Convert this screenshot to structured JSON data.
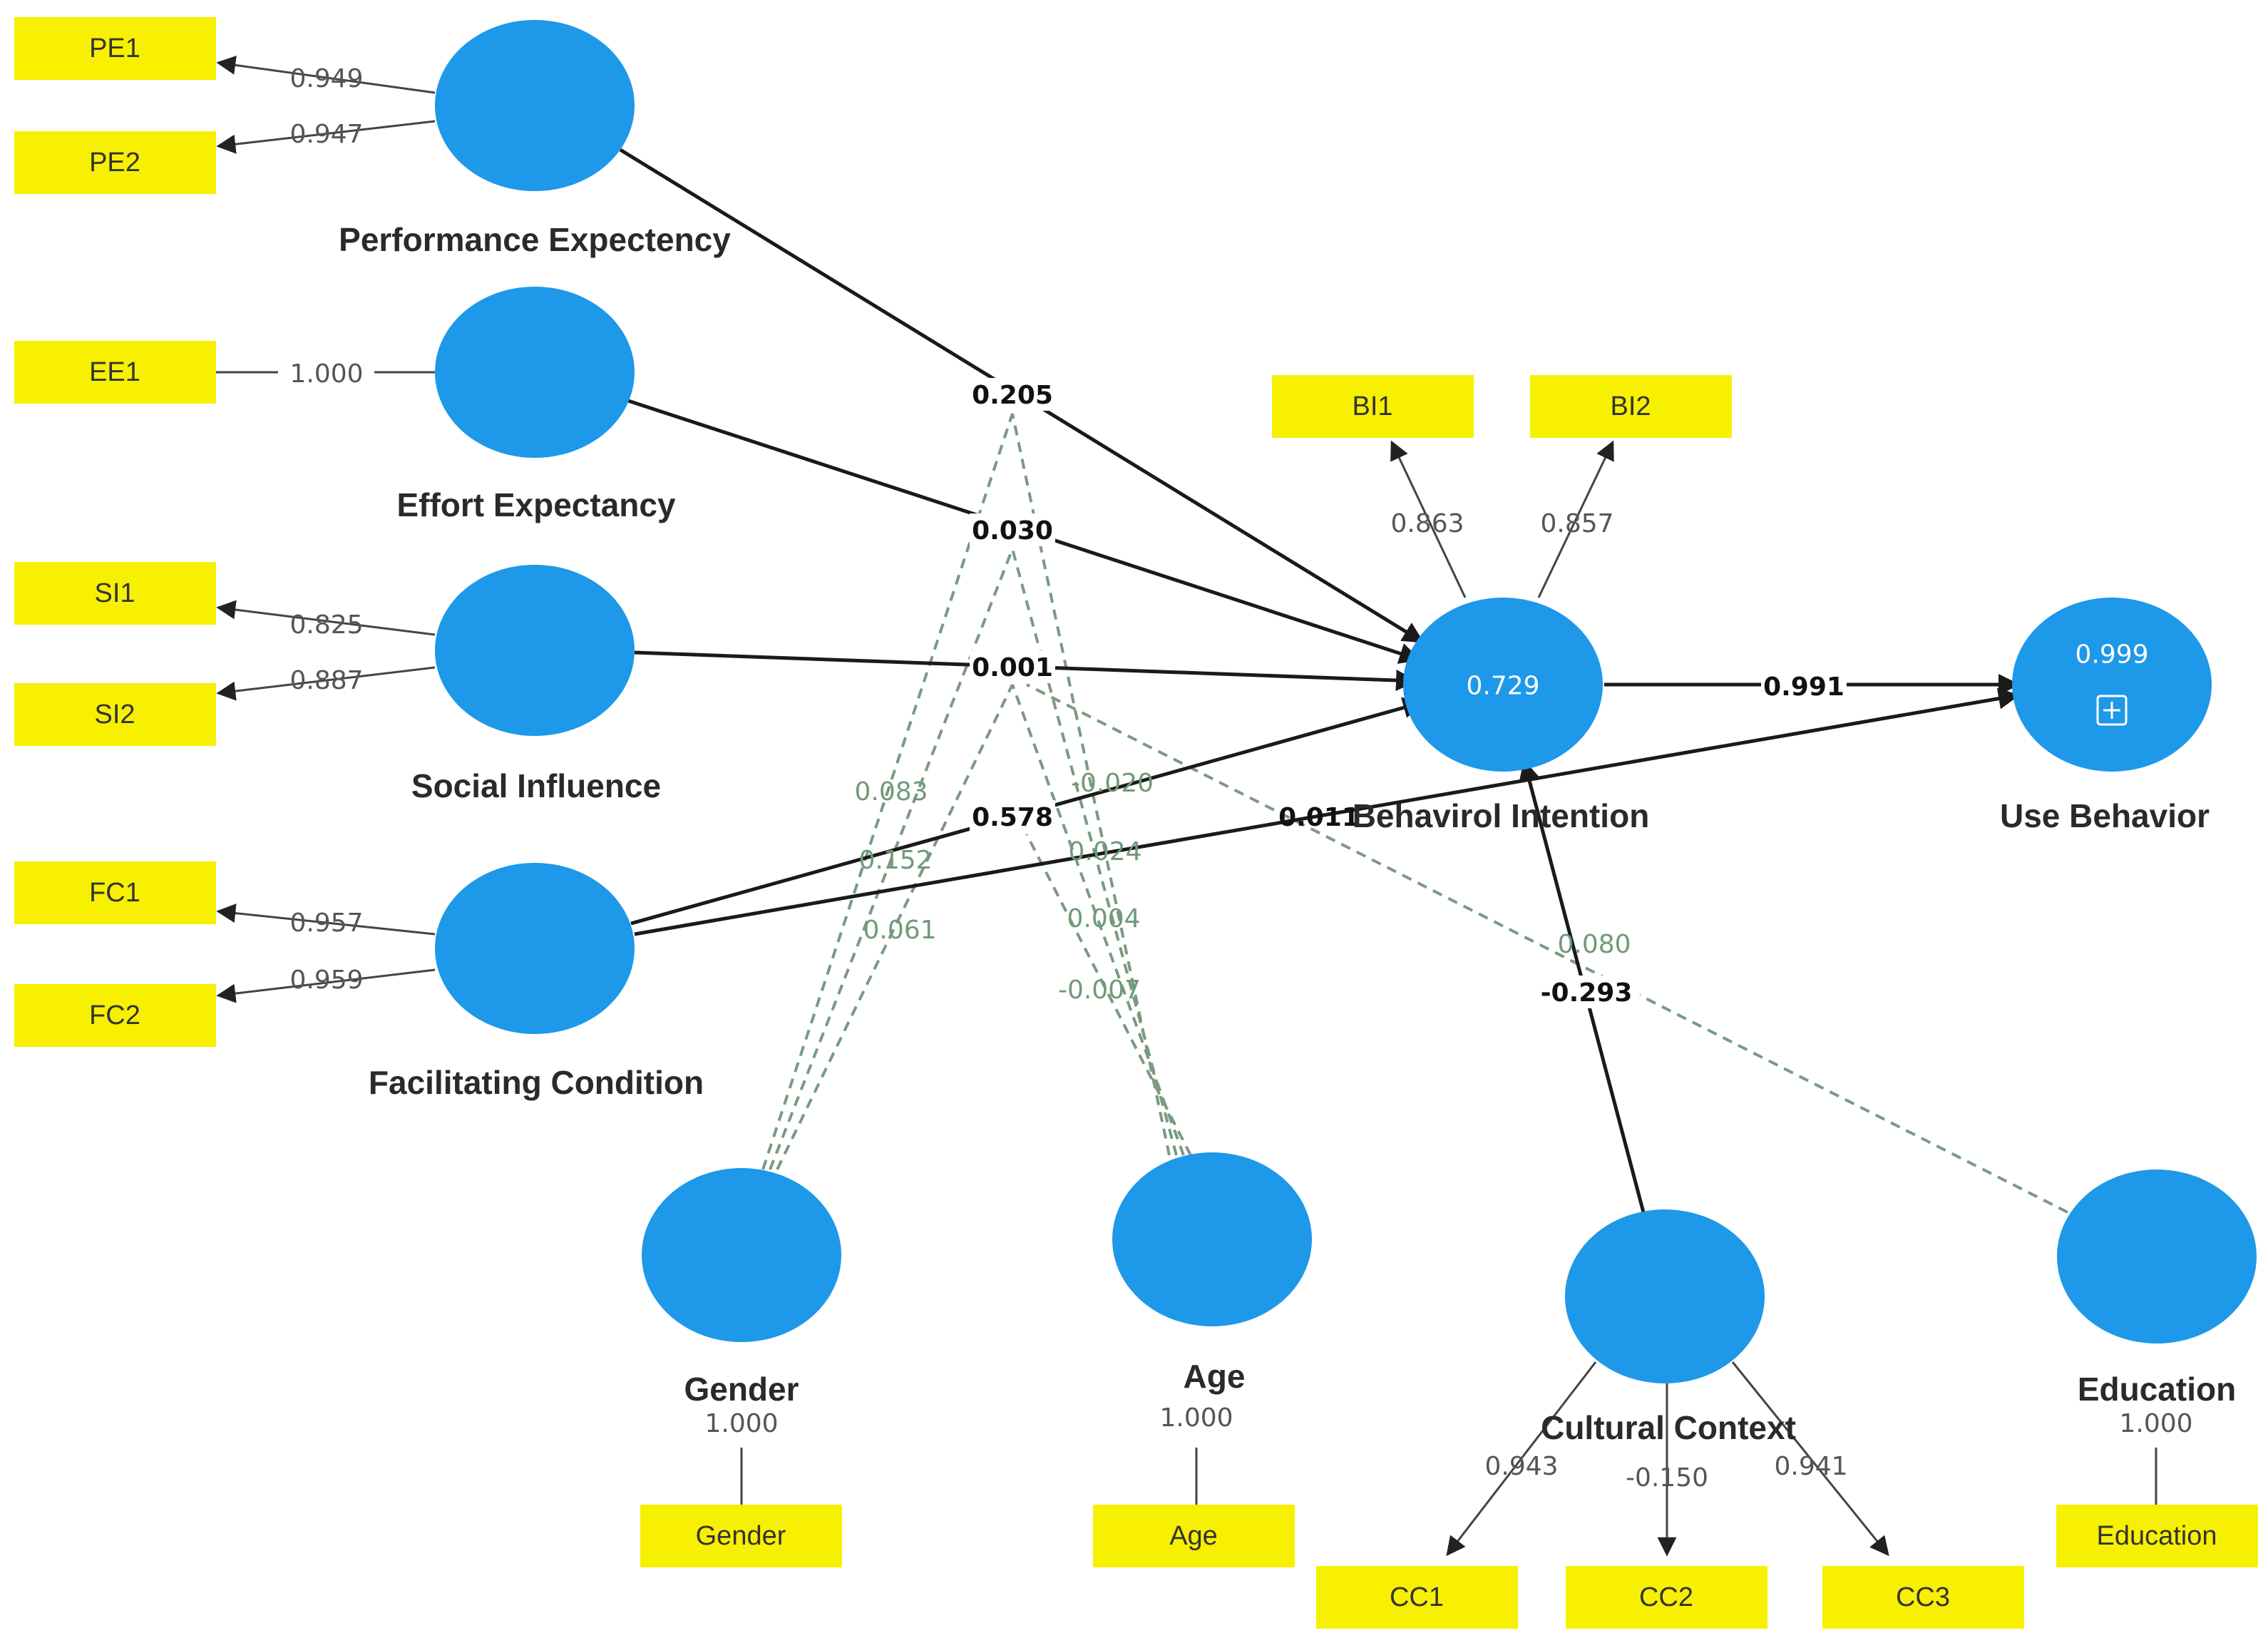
{
  "indicators": {
    "PE1": "PE1",
    "PE2": "PE2",
    "EE1": "EE1",
    "SI1": "SI1",
    "SI2": "SI2",
    "FC1": "FC1",
    "FC2": "FC2",
    "BI1": "BI1",
    "BI2": "BI2",
    "Gender": "Gender",
    "Age": "Age",
    "CC1": "CC1",
    "CC2": "CC2",
    "CC3": "CC3",
    "Education": "Education"
  },
  "constructs": {
    "PE": "Performance Expectency",
    "EE": "Effort Expectancy",
    "SI": "Social Influence",
    "FC": "Facilitating Condition",
    "BI": "Behavirol Intention",
    "UB": "Use Behavior",
    "GE": "Gender",
    "AG": "Age",
    "CC": "Cultural Context",
    "ED": "Education"
  },
  "r_squared": {
    "BI": "0.729",
    "UB": "0.999"
  },
  "loadings": {
    "PE1": "0.949",
    "PE2": "0.947",
    "EE1": "1.000",
    "SI1": "0.825",
    "SI2": "0.887",
    "FC1": "0.957",
    "FC2": "0.959",
    "BI1": "0.863",
    "BI2": "0.857",
    "Gender": "1.000",
    "Age": "1.000",
    "CC1": "0.943",
    "CC2": "-0.150",
    "CC3": "0.941",
    "Education": "1.000"
  },
  "paths": {
    "PE_BI": "0.205",
    "EE_BI": "0.030",
    "SI_BI": "0.001",
    "FC_BI": "0.578",
    "FC_UB": "0.011",
    "BI_UB": "0.991",
    "CC_BI": "-0.293"
  },
  "moderators": {
    "g1": "0.083",
    "g2": "0.152",
    "g3": "0.061",
    "a1": "-0.020",
    "a2": "0.024",
    "a3": "0.004",
    "a4": "-0.007",
    "ed": "0.080"
  },
  "colors": {
    "construct": "#1e98e8",
    "indicator": "#f7f000",
    "structural_path": "#1a1a1a",
    "moderator_path": "#7a9a80"
  }
}
